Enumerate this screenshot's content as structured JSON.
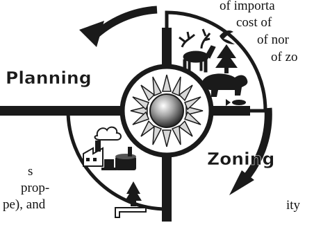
{
  "labels": {
    "planning": "Planning",
    "zoning": "Zoning"
  },
  "text_fragments": {
    "r1": "of importa",
    "r2": "cost of",
    "r3": "of nor",
    "r4": "of zo",
    "r5": "ity",
    "l1": "s",
    "l2": "prop-",
    "l3": "pe), and"
  },
  "icons": {
    "center": "sun-icon",
    "top_right": [
      "deer-icon",
      "bird-icon",
      "pine-tree-icon",
      "bear-icon",
      "fish-icon"
    ],
    "bottom_left": [
      "cloud-icon",
      "factory-icon",
      "oil-tank-icon",
      "shovel-truck-icon",
      "pipe-tree-icon"
    ]
  },
  "colors": {
    "ink": "#1a1a1a",
    "quadrant_fill": "#ffffff",
    "sun_fill": "#9a9a9a"
  }
}
